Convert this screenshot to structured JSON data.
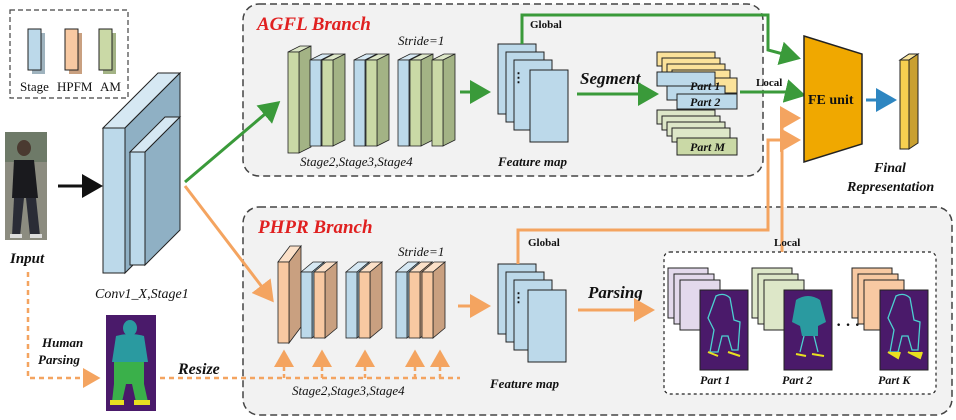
{
  "legend": {
    "items": [
      {
        "label": "Stage",
        "color": "#bcd9ea"
      },
      {
        "label": "HPFM",
        "color": "#f8c9a2"
      },
      {
        "label": "AM",
        "color": "#cad9a6"
      }
    ]
  },
  "input": {
    "label": "Input"
  },
  "backbone": {
    "label": "Conv1_X,Stage1"
  },
  "agfl": {
    "title": "AGFL Branch",
    "stride": "Stride=1",
    "stages": "Stage2,Stage3,Stage4",
    "feature_map": "Feature map",
    "global": "Global",
    "local": "Local",
    "segment": "Segment",
    "parts": [
      "Part 1",
      "Part 2",
      "Part M"
    ]
  },
  "phpr": {
    "title": "PHPR Branch",
    "stride": "Stride=1",
    "stages": "Stage2,Stage3,Stage4",
    "feature_map": "Feature map",
    "global": "Global",
    "local": "Local",
    "parsing": "Parsing",
    "parts": [
      "Part 1",
      "Part 2",
      "Part K"
    ]
  },
  "human_parsing": {
    "label_line1": "Human",
    "label_line2": "Parsing"
  },
  "resize": {
    "label": "Resize"
  },
  "fe_unit": {
    "label": "FE unit"
  },
  "final": {
    "label_line1": "Final",
    "label_line2": "Representation"
  },
  "colors": {
    "stage": "#bcd9ea",
    "hpfm": "#f8c9a2",
    "am": "#cad9a6",
    "green_arrow": "#3a9a3a",
    "orange_arrow": "#f4a460",
    "blue_arrow": "#2e86c1",
    "fe_unit": "#f0a800",
    "branch_title": "#e02020",
    "final_bar": "#f7d050"
  }
}
